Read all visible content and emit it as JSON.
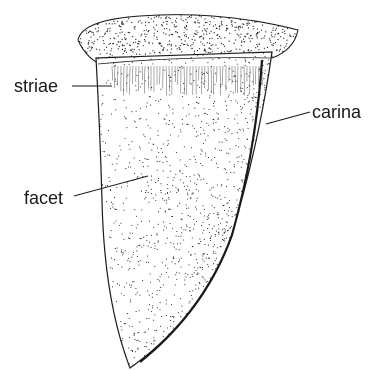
{
  "labels": {
    "striae": "striae",
    "carina": "carina",
    "facet": "facet"
  },
  "colors": {
    "ink": "#1a1a1a",
    "background": "#ffffff"
  }
}
